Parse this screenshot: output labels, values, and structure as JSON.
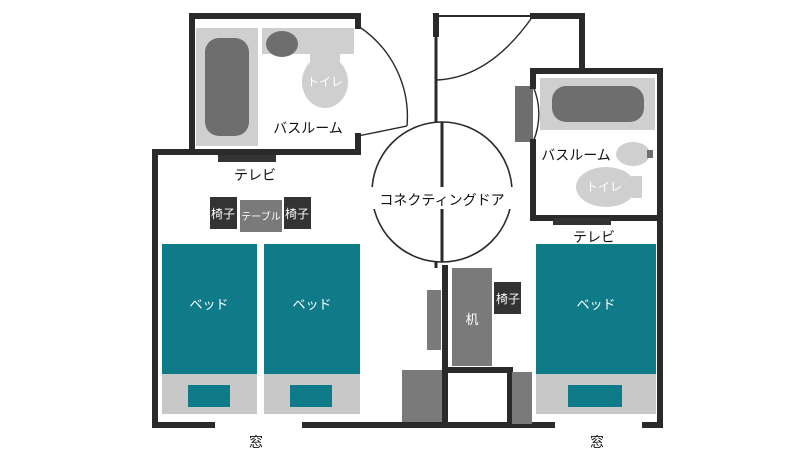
{
  "labels": {
    "bathroom_left": "バスルーム",
    "toilet_left": "トイレ",
    "tv_left": "テレビ",
    "chair_left_a": "椅子",
    "table": "テーブル",
    "chair_left_b": "椅子",
    "bed_left_a": "ベッド",
    "bed_left_b": "ベッド",
    "window_left": "窓",
    "connecting_door": "コネクティングドア",
    "bathroom_right": "バスルーム",
    "toilet_right": "トイレ",
    "tv_right": "テレビ",
    "chair_right": "椅子",
    "desk": "机",
    "bed_right": "ベッド",
    "window_right": "窓"
  },
  "colors": {
    "wall": "#2a2a2a",
    "fixture_light": "#cfcfcf",
    "fixture_dark": "#6e6e6e",
    "bed": "#0f7a88",
    "bed_foot": "#c8c8c8",
    "furniture_dark": "#333333",
    "furniture_mid": "#7a7a7a"
  }
}
